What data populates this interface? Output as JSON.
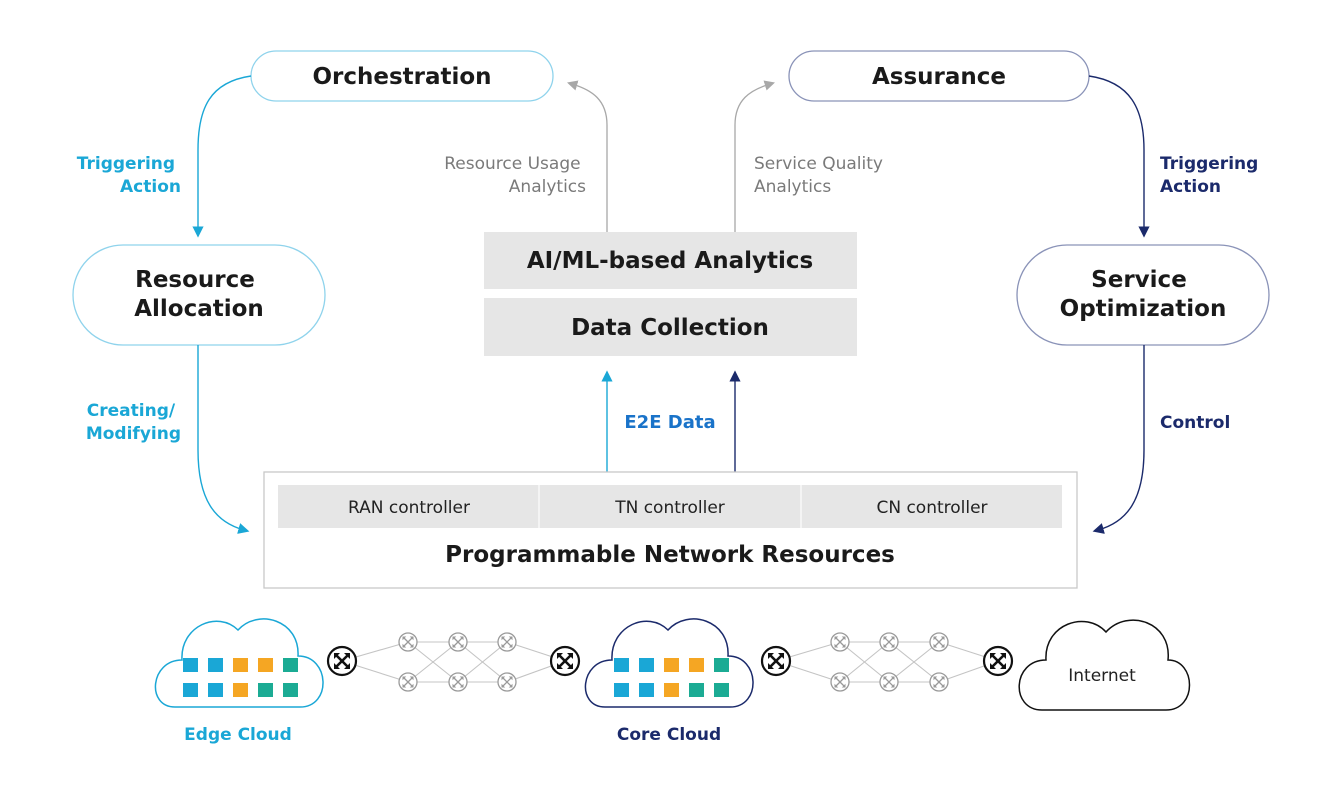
{
  "colors": {
    "cyan": "#1aa7d6",
    "navy": "#1b2a6b",
    "blue": "#1a73c9",
    "gray_line": "#a8a8a8",
    "gray_text": "#7a7a7a",
    "box_fill": "#e6e6e6",
    "orange": "#f5a623",
    "teal": "#1bab94"
  },
  "top": {
    "orchestration": "Orchestration",
    "assurance": "Assurance"
  },
  "left": {
    "triggering_action": [
      "Triggering",
      "Action"
    ],
    "resource_allocation": [
      "Resource",
      "Allocation"
    ],
    "creating_modifying": [
      "Creating/",
      "Modifying"
    ]
  },
  "right": {
    "triggering_action": [
      "Triggering",
      "Action"
    ],
    "service_optimization": [
      "Service",
      "Optimization"
    ],
    "control": "Control"
  },
  "center": {
    "resource_usage_analytics": [
      "Resource Usage",
      "Analytics"
    ],
    "service_quality_analytics": [
      "Service Quality",
      "Analytics"
    ],
    "ai_ml": "AI/ML-based Analytics",
    "data_collection": "Data Collection",
    "e2e_data": "E2E Data"
  },
  "network": {
    "controllers": [
      "RAN controller",
      "TN controller",
      "CN controller"
    ],
    "title": "Programmable Network Resources"
  },
  "bottom": {
    "edge_cloud": "Edge Cloud",
    "core_cloud": "Core Cloud",
    "internet": "Internet"
  }
}
